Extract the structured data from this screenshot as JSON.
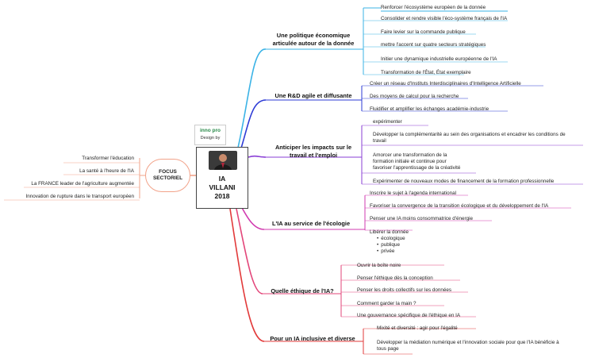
{
  "central": {
    "lines": [
      "IA",
      "VILLANI",
      "2018"
    ]
  },
  "logo": {
    "brand": "inno pro",
    "caption": "Design by"
  },
  "focus": {
    "label_line1": "FOCUS",
    "label_line2": "SECTORIEL"
  },
  "sectoral_items": [
    "Transformer l'éducation",
    "La santé à l'heure de l'IA",
    "La FRANCE leader de l'agriculture augmentée",
    "Innovation de rupture dans le transport européen"
  ],
  "colors": {
    "politique": "#3bb3e6",
    "rd": "#2d3bd6",
    "impacts": "#8a3fd6",
    "ecologie": "#d13bb0",
    "ethique": "#e3467a",
    "inclusive": "#e23a3a",
    "sectoriel": "#f2a38a"
  },
  "branches": [
    {
      "line1": "Une politique économique",
      "line2": "articulée autour de la donnée",
      "items": [
        "Renforcer l'écosystème européen de la donnée",
        "Consolider et rendre visible l'éco-système français de l'IA",
        "Faire levier sur la commande publique",
        "mettre l'accent sur quatre secteurs stratégiques",
        "Initier une dynamique industrielle européenne de l'IA",
        "Transformation de l'État, État exemplaire"
      ]
    },
    {
      "line1": "Une R&D agile et diffusante",
      "items": [
        "Créer un réseau d'Instituts Interdisciplinaires d'Intelligence Artificielle",
        "Des moyens de calcul pour la recherche",
        "Fluidifier et amplifier les échanges académie-industrie"
      ]
    },
    {
      "line1": "Anticiper les impacts sur le",
      "line2": "travail et l'emploi",
      "items": [
        "expérimenter",
        "Développer la complémentarité au sein des organisations et encadrer les conditions de",
        "travail",
        "Amorcer une transformation de la",
        "formation initiale et continue pour",
        "favoriser l'apprentissage de la créativité",
        "Expérimenter de nouveaux modes de financement de la formation professionnelle"
      ]
    },
    {
      "line1": "L'IA au service de l'écologie",
      "items": [
        "Inscrire le sujet à l'agenda international",
        "Favoriser la convergence de la transition écologique et du développement de l'IA",
        "Penser une IA moins consommatrice d'énergie",
        "Libérer la donnée",
        "écologique",
        "publique",
        "privée"
      ]
    },
    {
      "line1": "Quelle éthique de l'IA?",
      "items": [
        "Ouvrir la boîte noire",
        "Penser l'éthique dès la conception",
        "Penser les droits collectifs sur les données",
        "Comment garder la main ?",
        "Une gouvernance spécifique de l'éthique en IA"
      ]
    },
    {
      "line1": "Pour un IA inclusive et diverse",
      "items": [
        "Mixité et diversité : agir pour l'égalité",
        "Développer la médiation numérique et l'innovation sociale pour que l'IA bénéficie à",
        "tous page"
      ]
    }
  ]
}
